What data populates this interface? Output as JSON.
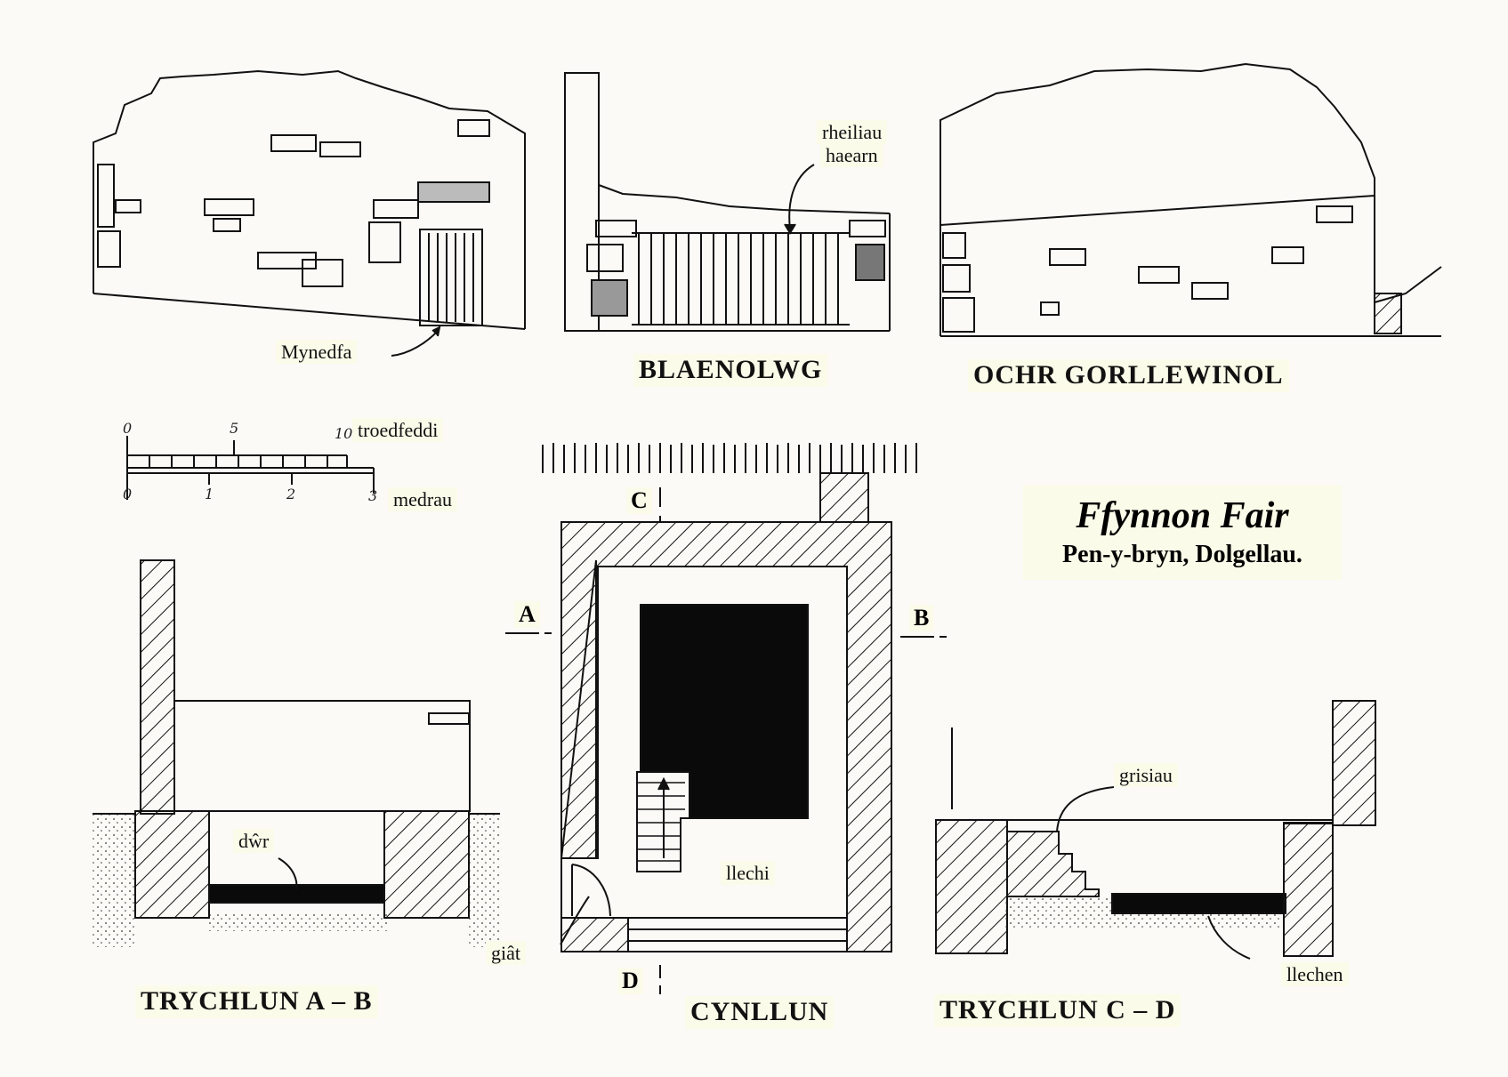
{
  "elevations": {
    "front_caption": "BLAENOLWG",
    "west_caption": "OCHR GORLLEWINOL",
    "entrance_label": "Mynedfa",
    "railings_label_line1": "rheiliau",
    "railings_label_line2": "haearn"
  },
  "scale": {
    "feet_ticks": [
      "0",
      "5",
      "10"
    ],
    "feet_label": "troedfeddi",
    "metre_ticks": [
      "0",
      "1",
      "2",
      "3"
    ],
    "metre_label": "medrau"
  },
  "title": {
    "name": "Ffynnon Fair",
    "place": "Pen-y-bryn, Dolgellau."
  },
  "plan": {
    "caption": "CYNLLUN",
    "marker_a": "A",
    "marker_b": "B",
    "marker_c": "C",
    "marker_d": "D",
    "slate_label": "llechi",
    "gate_label": "giât"
  },
  "section_ab": {
    "caption": "TRYCHLUN A – B",
    "water_label": "dŵr"
  },
  "section_cd": {
    "caption": "TRYCHLUN C – D",
    "steps_label": "grisiau",
    "slab_label": "llechen"
  }
}
